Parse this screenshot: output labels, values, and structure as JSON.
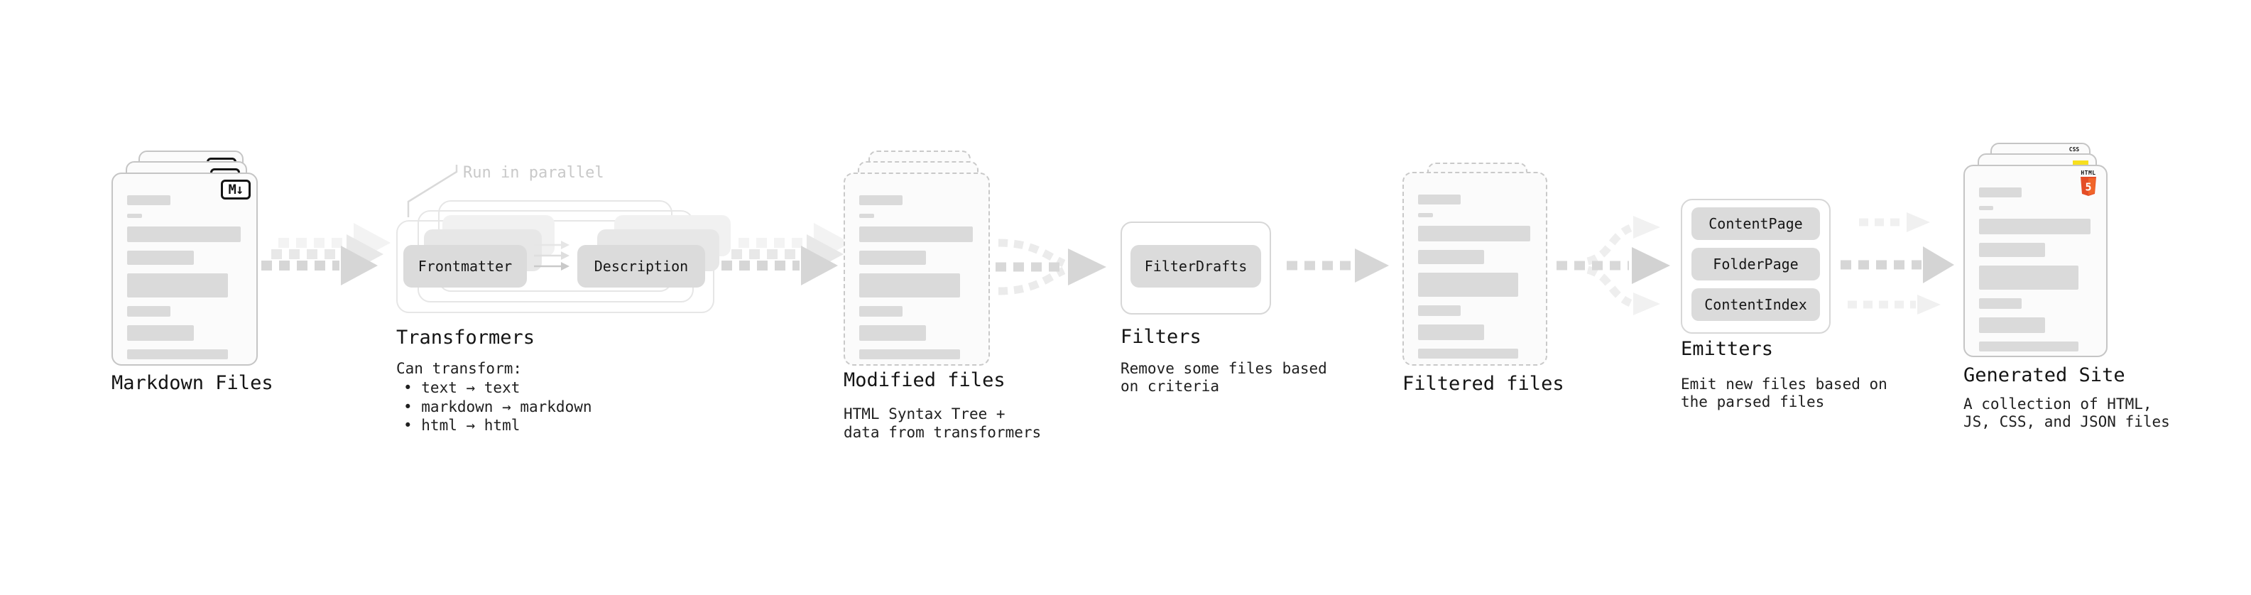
{
  "stages": {
    "markdown": {
      "heading": "Markdown Files",
      "badge": "M↓"
    },
    "transformers": {
      "annotation": "Run in parallel",
      "chips": [
        "Frontmatter",
        "Description"
      ],
      "heading": "Transformers",
      "subheading": "Can transform:",
      "bullets": [
        "• text → text",
        "• markdown → markdown",
        "• html → html"
      ]
    },
    "modified": {
      "heading": "Modified files",
      "description": [
        "HTML Syntax Tree +",
        "data from transformers"
      ]
    },
    "filters": {
      "chip": "FilterDrafts",
      "heading": "Filters",
      "description": [
        "Remove some files based",
        "on criteria"
      ]
    },
    "filtered": {
      "heading": "Filtered files"
    },
    "emitters": {
      "chips": [
        "ContentPage",
        "FolderPage",
        "ContentIndex"
      ],
      "heading": "Emitters",
      "description": [
        "Emit new files based on",
        "the parsed files"
      ]
    },
    "generated": {
      "heading": "Generated Site",
      "description": [
        "A collection of HTML,",
        "JS, CSS, and JSON files"
      ],
      "file_badges": {
        "css_label": "CSS",
        "html_label": "HTML",
        "html_number": "5"
      }
    }
  },
  "colors": {
    "html5_shield": "#e44d26",
    "html5_shield_light": "#f16529",
    "js_badge_yellow": "#f7df1e",
    "css_underline_blue": "#2f6fe0"
  }
}
